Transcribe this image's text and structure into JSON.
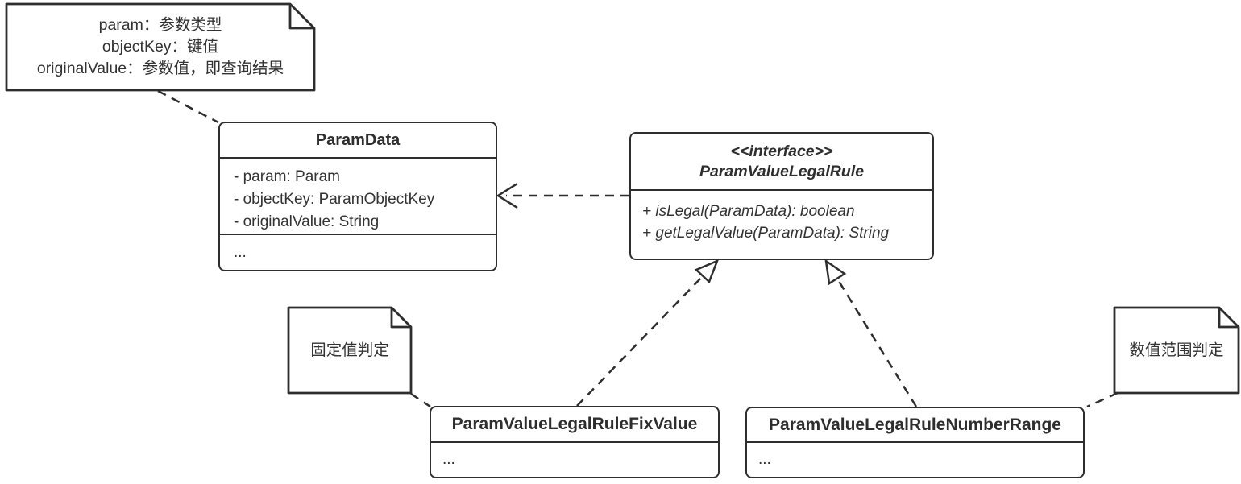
{
  "canvas": {
    "background": "#ffffff",
    "stroke_color": "#2e2e2e",
    "text_color": "#333333"
  },
  "notes": {
    "param_fields": {
      "lines": [
        "param：参数类型",
        "objectKey：键值",
        "originalValue：参数值，即查询结果"
      ]
    },
    "fix_value": {
      "text": "固定值判定"
    },
    "number_range": {
      "text": "数值范围判定"
    }
  },
  "classes": {
    "param_data": {
      "title": "ParamData",
      "attributes": [
        "- param: Param",
        "- objectKey: ParamObjectKey",
        "- originalValue: String"
      ],
      "methods_placeholder": "..."
    },
    "param_value_legal_rule": {
      "stereotype": "<<interface>>",
      "title": "ParamValueLegalRule",
      "methods": [
        "+ isLegal(ParamData): boolean",
        "+ getLegalValue(ParamData): String"
      ]
    },
    "fix_value": {
      "title": "ParamValueLegalRuleFixValue",
      "methods_placeholder": "..."
    },
    "number_range": {
      "title": "ParamValueLegalRuleNumberRange",
      "methods_placeholder": "..."
    }
  },
  "relationships": [
    {
      "type": "dependency",
      "from": "ParamValueLegalRule",
      "to": "ParamData",
      "style": "dashed, open arrowhead"
    },
    {
      "type": "realization",
      "from": "ParamValueLegalRuleFixValue",
      "to": "ParamValueLegalRule",
      "style": "dashed, hollow triangle"
    },
    {
      "type": "realization",
      "from": "ParamValueLegalRuleNumberRange",
      "to": "ParamValueLegalRule",
      "style": "dashed, hollow triangle"
    },
    {
      "type": "note-link",
      "from": "param_fields note",
      "to": "ParamData",
      "style": "dashed"
    },
    {
      "type": "note-link",
      "from": "fix_value note",
      "to": "ParamValueLegalRuleFixValue",
      "style": "dashed"
    },
    {
      "type": "note-link",
      "from": "number_range note",
      "to": "ParamValueLegalRuleNumberRange",
      "style": "dashed"
    }
  ]
}
